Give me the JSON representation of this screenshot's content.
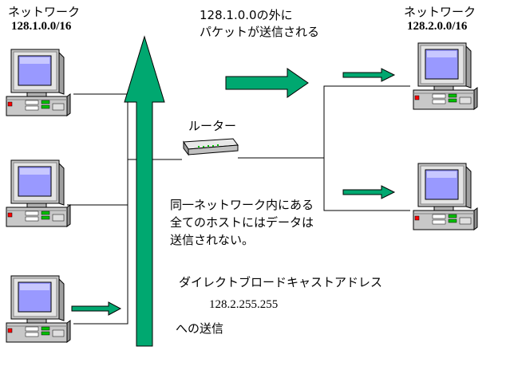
{
  "left_network": {
    "label": "ネットワーク",
    "address": "128.1.0.0/16"
  },
  "right_network": {
    "label": "ネットワーク",
    "address": "128.2.0.0/16"
  },
  "top_note": {
    "line1": "128.1.0.0の外に",
    "line2": "パケットが送信される"
  },
  "router": {
    "label": "ルーター"
  },
  "middle_note": {
    "line1": "同一ネットワーク内にある",
    "line2": "全てのホストにはデータは",
    "line3": "送信されない。"
  },
  "broadcast": {
    "line1": "ダイレクトブロードキャストアドレス",
    "address": "128.2.255.255",
    "line3": "への送信"
  },
  "colors": {
    "arrow": "#00a870",
    "arrow_stroke": "#000000",
    "line": "#000000"
  },
  "icons": {
    "computer": "desktop-computer-icon",
    "router": "router-icon"
  }
}
